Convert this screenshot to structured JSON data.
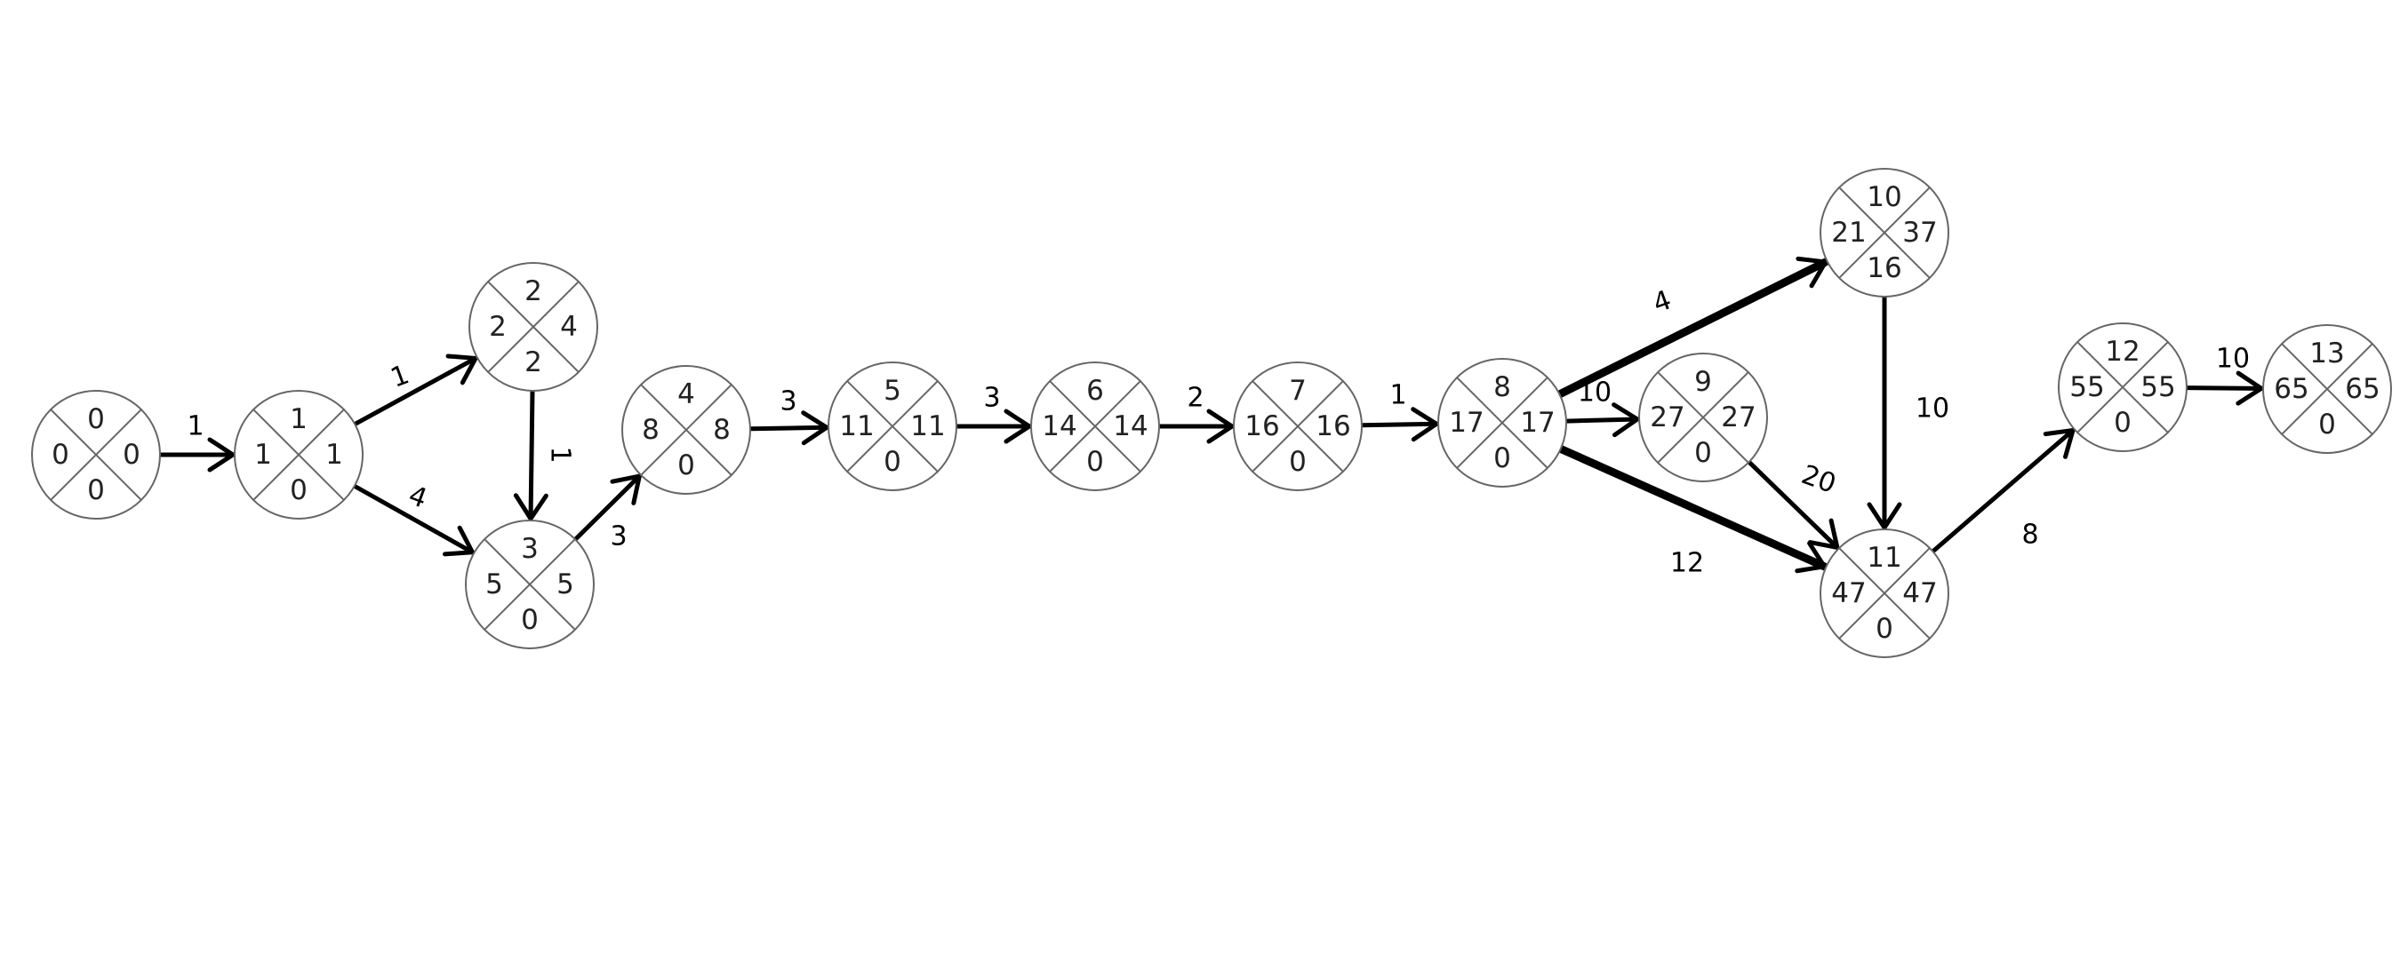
{
  "nodes": [
    {
      "id": "0",
      "top": "0",
      "left": "0",
      "right": "0",
      "bottom": "0"
    },
    {
      "id": "1",
      "top": "1",
      "left": "1",
      "right": "1",
      "bottom": "0"
    },
    {
      "id": "2",
      "top": "2",
      "left": "2",
      "right": "4",
      "bottom": "2"
    },
    {
      "id": "3",
      "top": "3",
      "left": "5",
      "right": "5",
      "bottom": "0"
    },
    {
      "id": "4",
      "top": "4",
      "left": "8",
      "right": "8",
      "bottom": "0"
    },
    {
      "id": "5",
      "top": "5",
      "left": "11",
      "right": "11",
      "bottom": "0"
    },
    {
      "id": "6",
      "top": "6",
      "left": "14",
      "right": "14",
      "bottom": "0"
    },
    {
      "id": "7",
      "top": "7",
      "left": "16",
      "right": "16",
      "bottom": "0"
    },
    {
      "id": "8",
      "top": "8",
      "left": "17",
      "right": "17",
      "bottom": "0"
    },
    {
      "id": "9",
      "top": "9",
      "left": "27",
      "right": "27",
      "bottom": "0"
    },
    {
      "id": "10",
      "top": "10",
      "left": "21",
      "right": "37",
      "bottom": "16"
    },
    {
      "id": "11",
      "top": "11",
      "left": "47",
      "right": "47",
      "bottom": "0"
    },
    {
      "id": "12",
      "top": "12",
      "left": "55",
      "right": "55",
      "bottom": "0"
    },
    {
      "id": "13",
      "top": "13",
      "left": "65",
      "right": "65",
      "bottom": "0"
    }
  ],
  "edges": [
    {
      "from": "0",
      "to": "1",
      "label": "1",
      "critical": false
    },
    {
      "from": "1",
      "to": "2",
      "label": "1",
      "critical": false
    },
    {
      "from": "1",
      "to": "3",
      "label": "4",
      "critical": false
    },
    {
      "from": "2",
      "to": "3",
      "label": "1",
      "critical": false
    },
    {
      "from": "3",
      "to": "4",
      "label": "3",
      "critical": false
    },
    {
      "from": "4",
      "to": "5",
      "label": "3",
      "critical": false
    },
    {
      "from": "5",
      "to": "6",
      "label": "3",
      "critical": false
    },
    {
      "from": "6",
      "to": "7",
      "label": "2",
      "critical": false
    },
    {
      "from": "7",
      "to": "8",
      "label": "1",
      "critical": false
    },
    {
      "from": "8",
      "to": "10",
      "label": "4",
      "critical": true
    },
    {
      "from": "8",
      "to": "9",
      "label": "10",
      "critical": false
    },
    {
      "from": "8",
      "to": "11",
      "label": "12",
      "critical": true
    },
    {
      "from": "9",
      "to": "11",
      "label": "20",
      "critical": false
    },
    {
      "from": "10",
      "to": "11",
      "label": "10",
      "critical": false
    },
    {
      "from": "11",
      "to": "12",
      "label": "8",
      "critical": false
    },
    {
      "from": "12",
      "to": "13",
      "label": "10",
      "critical": false
    }
  ]
}
